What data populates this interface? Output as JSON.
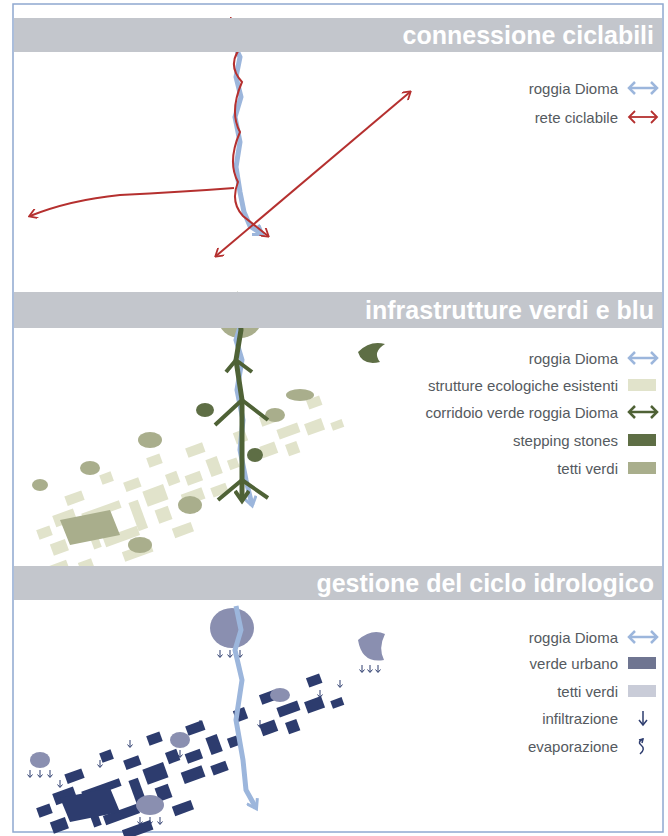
{
  "diagram": {
    "nodes": [
      {
        "text": [
          "connessione ciclabili"
        ]
      },
      {
        "text": [
          "infrastrutture verdi e blu"
        ]
      },
      {
        "text": [
          "gestione del ciclo idrologico"
        ]
      }
    ],
    "legend": [
      {
        "text": "roggia Dioma"
      },
      {
        "text": "rete ciclabile"
      },
      {
        "text": "roggia Dioma"
      },
      {
        "text": "strutture ecologiche esistenti",
        "color": "#e1e3cb"
      },
      {
        "text": "corridoio verde roggia Dioma"
      },
      {
        "text": "stepping stones",
        "color": "#5e6e45"
      },
      {
        "text": "tetti verdi",
        "color": "#a9ae8c"
      },
      {
        "text": "roggia Dioma"
      },
      {
        "text": "verde urbano",
        "color": "#6f7591"
      },
      {
        "text": "tetti verdi",
        "color": "#c9ccd8"
      },
      {
        "text": "infiltrazione"
      },
      {
        "text": "evaporazione"
      }
    ]
  }
}
